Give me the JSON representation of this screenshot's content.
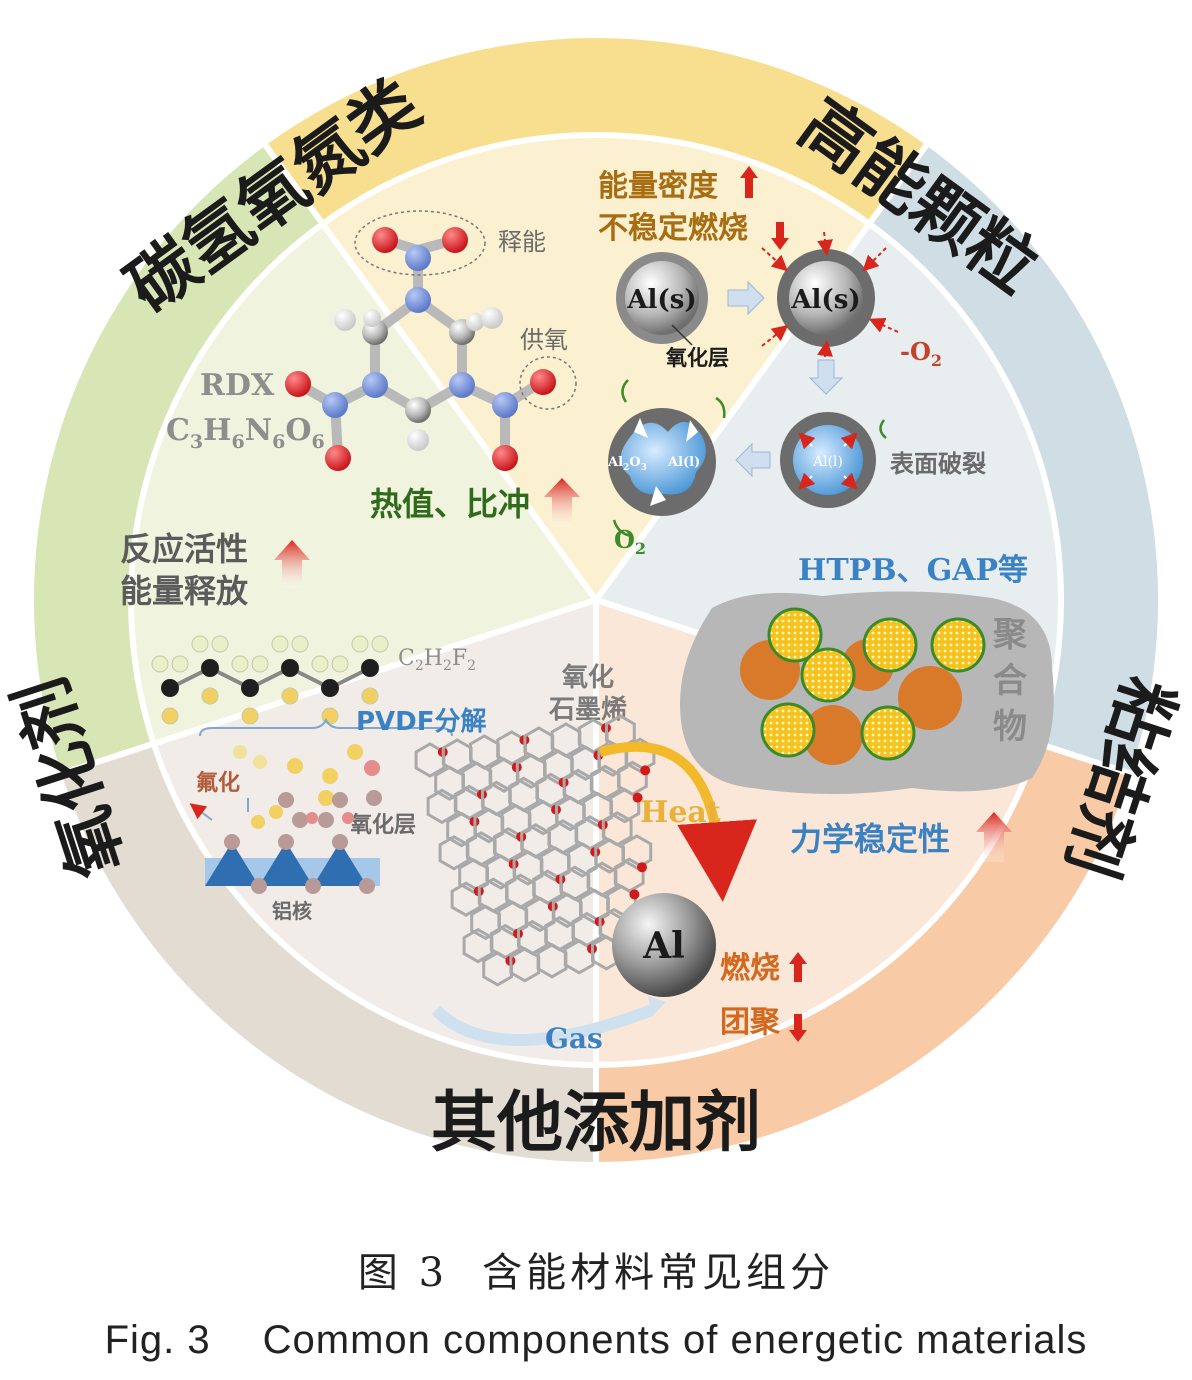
{
  "sectors": {
    "chno": {
      "title": "碳氢氧氮类",
      "color": "#d8e6b6",
      "inner_color": "#f0f3de"
    },
    "high_energy": {
      "title": "高能颗粒",
      "color": "#f8df90",
      "inner_color": "#fbf0cf"
    },
    "binder": {
      "title": "粘结剂",
      "color": "#cfdde4",
      "inner_color": "#e8eef0"
    },
    "additive": {
      "title": "其他添加剂",
      "color": "#f9caa6",
      "inner_color": "#fbe7d8"
    },
    "oxidizer": {
      "title": "氧化剂",
      "color": "#e2dcd3",
      "inner_color": "#f1ece8"
    }
  },
  "chno": {
    "label_release": "释能",
    "label_oxygen": "供氧",
    "name": "RDX",
    "formula_parts": [
      "C",
      "3",
      "H",
      "6",
      "N",
      "6",
      "O",
      "6"
    ],
    "benefit": "热值、比冲"
  },
  "high_energy": {
    "line1": "能量密度",
    "line2": "不稳定燃烧",
    "core1": "Al(s)",
    "core2": "Al(s)",
    "oxide_layer": "氧化层",
    "o2_label": "O",
    "o2_sub": "2",
    "core3": "Al(l)",
    "crack": "表面破裂",
    "al2o3": "Al",
    "al2o3_sub1": "2",
    "al2o3_o": "O",
    "al2o3_sub2": "3",
    "al_liquid": "Al(l)",
    "o2_label2": "O",
    "o2_sub2": "2"
  },
  "binder": {
    "title": "HTPB、GAP等",
    "polymer": [
      "聚",
      "合",
      "物"
    ],
    "benefit": "力学稳定性"
  },
  "additive": {
    "go_line1": "氧化",
    "go_line2": "石墨烯",
    "heat": "Heat",
    "al": "Al",
    "combustion": "燃烧",
    "agglomeration": "团聚",
    "gas": "Gas"
  },
  "oxidizer": {
    "line1": "反应活性",
    "line2": "能量释放",
    "formula_parts": [
      "C",
      "2",
      "H",
      "2",
      "F",
      "2"
    ],
    "pvdf": "PVDF分解",
    "fluorination": "氟化",
    "oxide_layer": "氧化层",
    "core": "铝核"
  },
  "caption": {
    "cn_label": "图 3",
    "cn_text": "含能材料常见组分",
    "en_label": "Fig. 3",
    "en_text": "Common components of energetic materials"
  }
}
